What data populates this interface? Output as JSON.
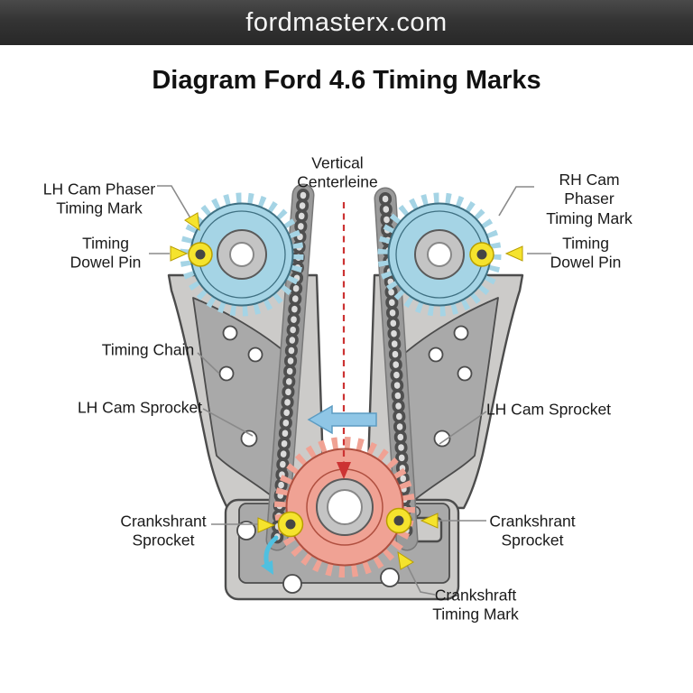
{
  "header": {
    "site_title": "fordmasterx.com"
  },
  "title": "Diagram Ford 4.6 Timing Marks",
  "labels": {
    "vertical_centerline": "Vertical\nCenterleine",
    "lh_cam_phaser": "LH Cam Phaser\nTiming Mark",
    "rh_cam_phaser": "RH Cam Phaser\nTiming Mark",
    "timing_dowel_left": "Timing\nDowel Pin",
    "timing_dowel_right": "Timing\nDowel Pin",
    "timing_chain": "Timing Chain",
    "cam_sprocket_left": "LH Cam Sprocket",
    "cam_sprocket_right": "LH Cam Sprocket",
    "crank_sprocket_left": "Crankshrant\nSprocket",
    "crank_sprocket_right": "Crankshrant\nSprocket",
    "crankshaft_timing_mark": "Crankshraft\nTiming Mark"
  },
  "colors": {
    "header_bg": "#343434",
    "header_text": "#f5f5f5",
    "title_text": "#111111",
    "label_text": "#1a1a1a",
    "cover_fill": "#cccbc9",
    "cover_recess": "#a9a9a9",
    "outline": "#4c4c4c",
    "cam_sprocket": "#a5d4e5",
    "cam_sprocket_outline": "#3f7082",
    "crank_sprocket": "#f0a294",
    "crank_sprocket_outline": "#b05040",
    "hub": "#c4c4c4",
    "dowel_pin": "#f5e32d",
    "pin_center": "#454545",
    "chain": "#9a9a9a",
    "centerline": "#cc3333",
    "direction_arrow": "#8fc6e6",
    "rotation_arrow": "#4fc0e0",
    "leader_line": "#8a8a8a"
  }
}
